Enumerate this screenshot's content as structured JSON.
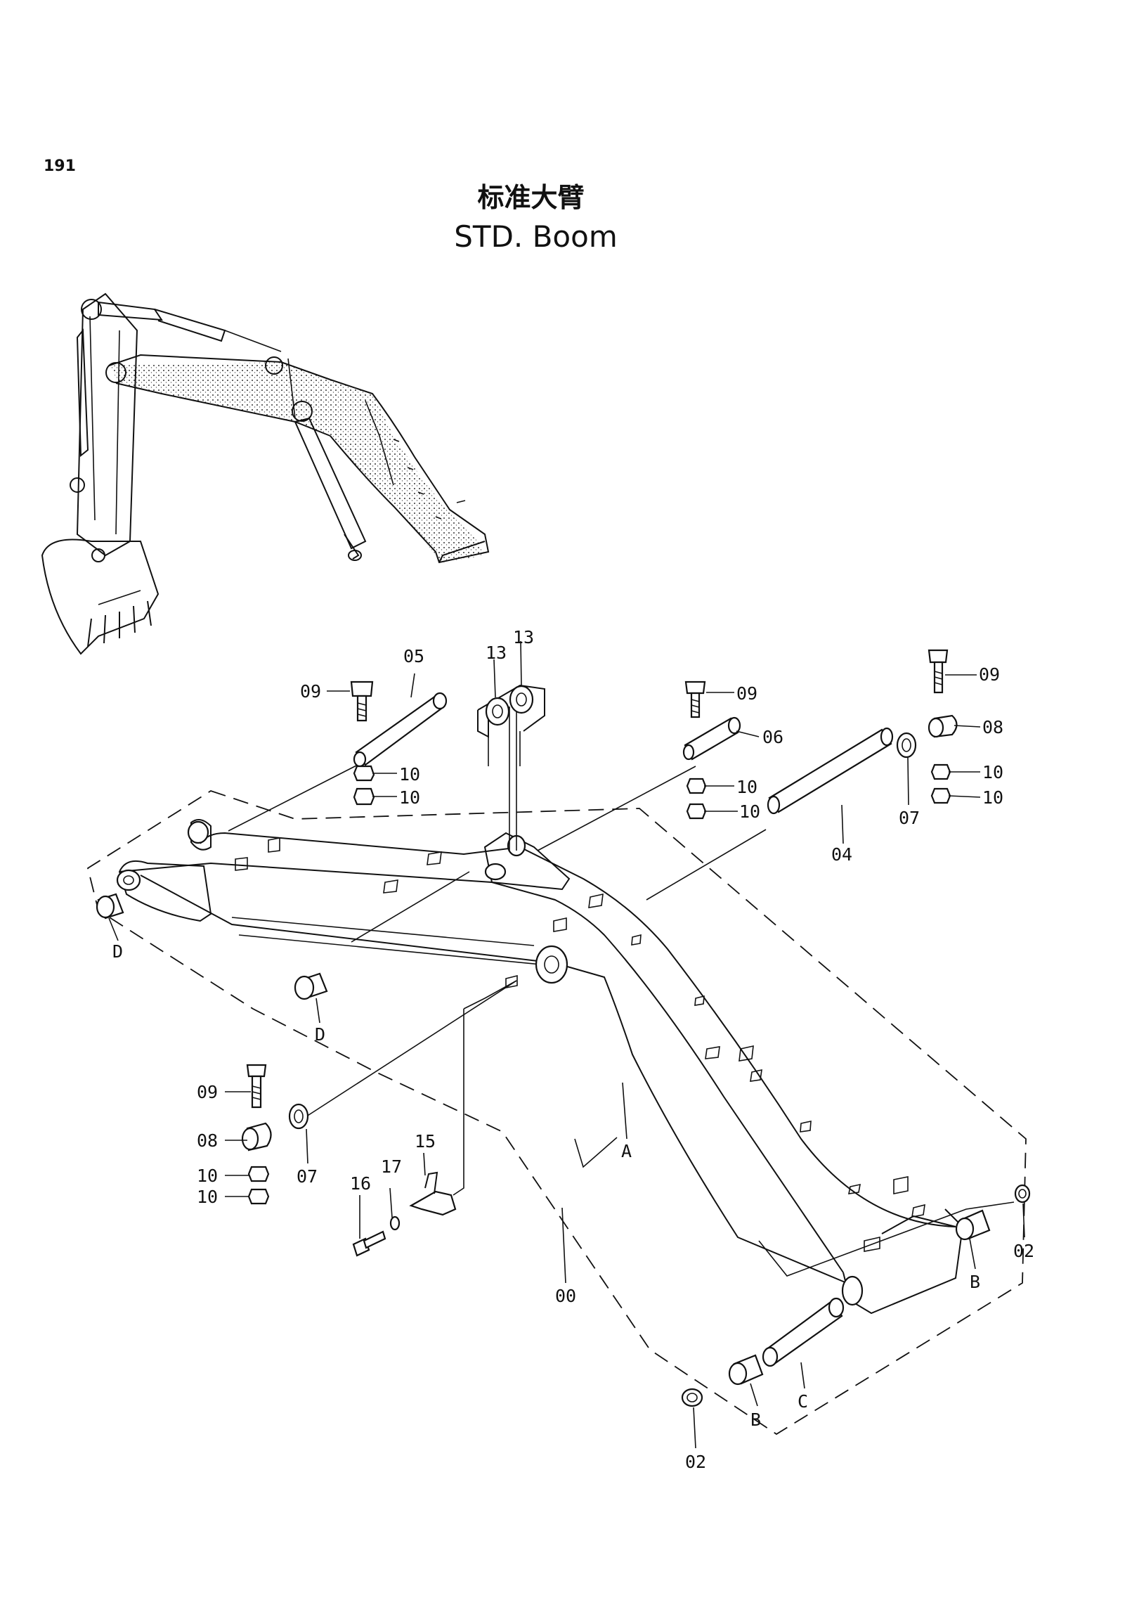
{
  "page_number": "191",
  "title_cn": "标准大臂",
  "title_en": "STD. Boom",
  "callouts": {
    "c05": "05",
    "c09_left": "09",
    "c10_a": "10",
    "c10_b": "10",
    "c13_a": "13",
    "c13_b": "13",
    "c09_mid": "09",
    "c06": "06",
    "c10_c": "10",
    "c10_d": "10",
    "c09_right": "09",
    "c08_right": "08",
    "c10_e": "10",
    "c10_f": "10",
    "c07_right": "07",
    "c04": "04",
    "cD_a": "D",
    "cD_b": "D",
    "cA": "A",
    "c09_low": "09",
    "c08_low": "08",
    "c10_g": "10",
    "c10_h": "10",
    "c07_low": "07",
    "c15": "15",
    "c16": "16",
    "c17": "17",
    "c00": "00",
    "cB_a": "B",
    "cB_b": "B",
    "cC": "C",
    "c02_a": "02",
    "c02_b": "02"
  }
}
